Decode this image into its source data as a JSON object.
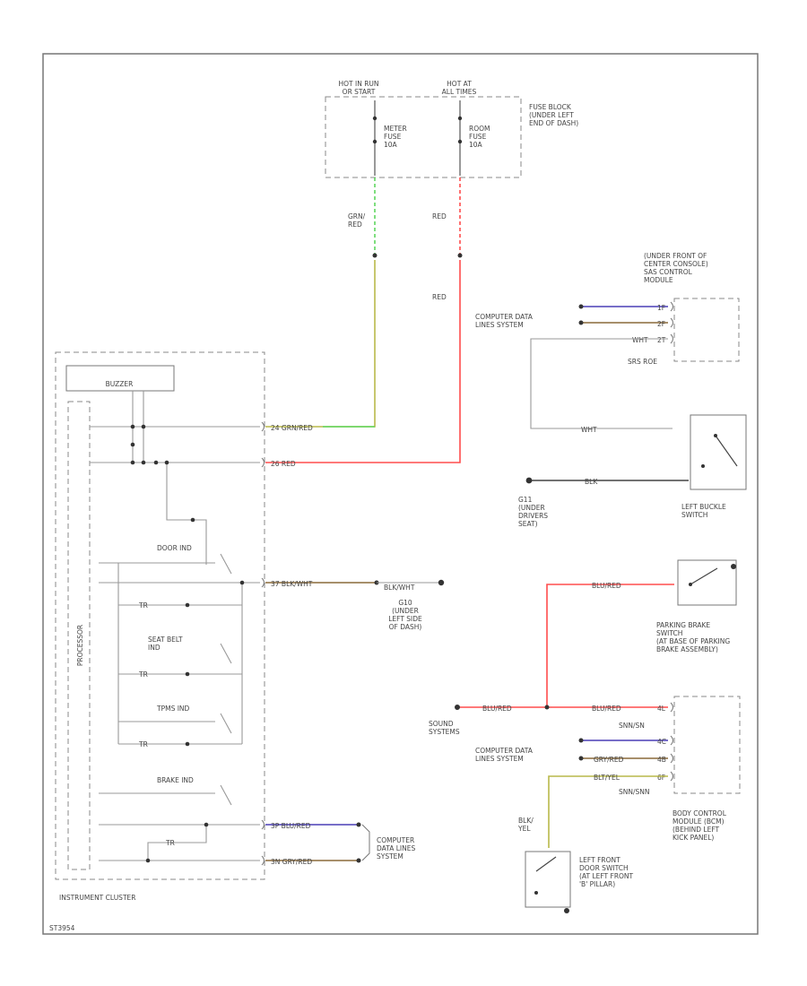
{
  "fuse_block": {
    "hot_in_run": "HOT IN RUN\nOR START",
    "hot_at_all": "HOT AT\nALL TIMES",
    "meter_fuse": "METER\nFUSE\n10A",
    "room_fuse": "ROOM\nFUSE\n10A",
    "location": "FUSE BLOCK\n(UNDER LEFT\nEND OF DASH)"
  },
  "wires": {
    "grn_red": "GRN/\nRED",
    "red_top": "RED",
    "red_mid": "RED",
    "c24_grn_red": "24  GRN/RED",
    "c26_red": "26  RED",
    "c37_blk_wht": "37  BLK/WHT",
    "blk_wht_ground": "BLK/WHT",
    "c3p_blu_red": "3P  BLU/RED",
    "c3n_gry_red": "3N  GRY/RED",
    "blk_yel": "BLK/\nYEL"
  },
  "instrument_cluster": {
    "title": "INSTRUMENT CLUSTER",
    "buzzer": "BUZZER",
    "processor": "PROCESSOR",
    "door_ind": "DOOR IND",
    "seat_belt_ind": "SEAT BELT\nIND",
    "tpms_ind": "TPMS IND",
    "brake_ind": "BRAKE IND",
    "tr_label": "TR"
  },
  "sas_module": {
    "location": "(UNDER FRONT OF\nCENTER CONSOLE)\nSAS CONTROL\nMODULE",
    "computer_data": "COMPUTER DATA\nLINES SYSTEM",
    "pin_1": "1F",
    "pin_2": "2F",
    "pin_3": "2T",
    "wht": "WHT",
    "connector": "SRS ROE"
  },
  "buckle": {
    "wht": "WHT",
    "blk": "BLK",
    "label": "LEFT BUCKLE\nSWITCH",
    "ground": "G11\n(UNDER\nDRIVERS\nSEAT)"
  },
  "ground_g10": {
    "label": "G10\n(UNDER\nLEFT SIDE\nOF DASH)"
  },
  "parking_brake": {
    "wire": "BLU/RED",
    "label": "PARKING BRAKE\nSWITCH\n(AT BASE OF PARKING\nBRAKE ASSEMBLY)"
  },
  "sound": {
    "label": "SOUND\nSYSTEMS",
    "wire_1": "BLU/RED",
    "wire_2": "BLU/RED"
  },
  "bcm": {
    "computer_data": "COMPUTER DATA\nLINES SYSTEM",
    "wire_bt": "BLT/YEL",
    "wire_gry": "GRY/RED",
    "connector_1": "SNN/SN",
    "connector_2": "SNN/SNN",
    "pin_1": "4L",
    "pin_2": "4C",
    "pin_3": "4B",
    "pin_4": "6F",
    "label": "BODY CONTROL\nMODULE (BCM)\n(BEHIND LEFT\nKICK PANEL)"
  },
  "door_switch": {
    "label": "LEFT FRONT\nDOOR SWITCH\n(AT LEFT FRONT\n'B' PILLAR)"
  },
  "cdl_left": {
    "label": "COMPUTER\nDATA LINES\nSYSTEM"
  },
  "footer": {
    "code": "ST3954"
  },
  "colors": {
    "green": "#5fd65f",
    "red": "#ff4d4d",
    "blue": "#4a3fb5",
    "brown": "#8a6a3a",
    "olive": "#b9b94a",
    "gray": "#999999"
  }
}
